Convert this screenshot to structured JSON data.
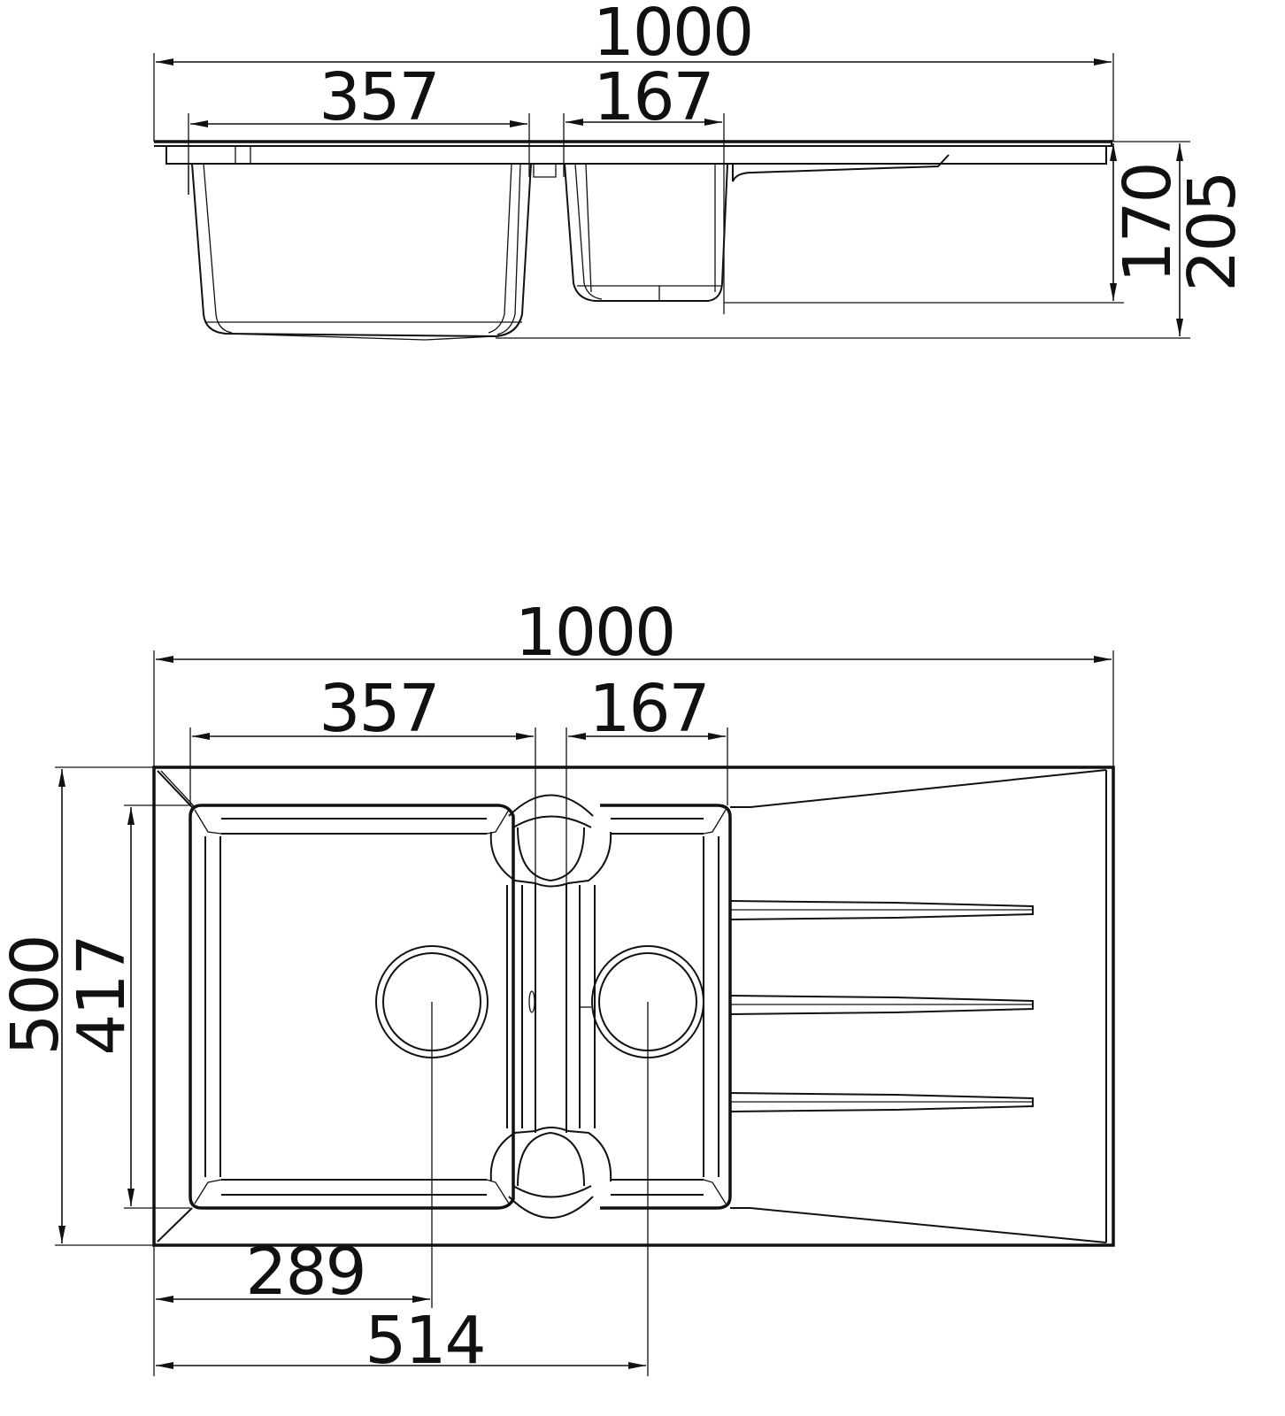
{
  "drawing": {
    "units": "mm",
    "side_view": {
      "overall_width": "1000",
      "large_bowl_width": "357",
      "small_bowl_width": "167",
      "small_bowl_depth": "170",
      "large_bowl_depth": "205"
    },
    "plan_view": {
      "overall_width": "1000",
      "large_bowl_width": "357",
      "small_bowl_width": "167",
      "overall_depth": "500",
      "bowl_depth": "417",
      "drain1_offset": "289",
      "drain2_offset": "514"
    }
  }
}
